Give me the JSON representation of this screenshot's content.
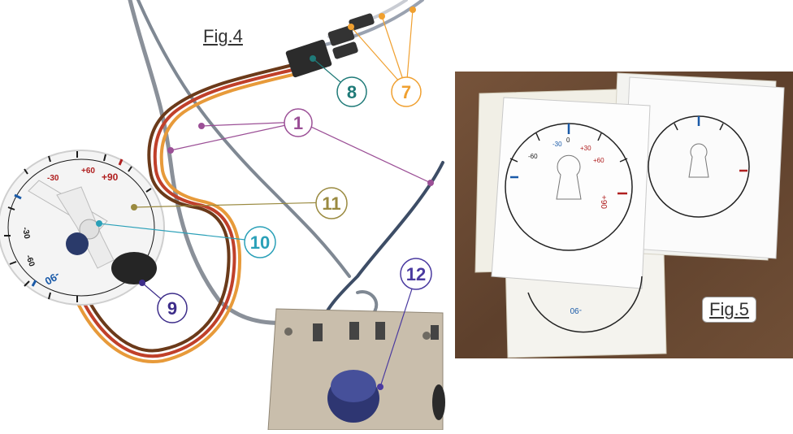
{
  "figures": {
    "fig4_label": "Fig.4",
    "fig5_label": "Fig.5"
  },
  "callouts": [
    {
      "id": "1",
      "color": "#9b4f96"
    },
    {
      "id": "7",
      "color": "#f0a030"
    },
    {
      "id": "8",
      "color": "#1f7a78"
    },
    {
      "id": "9",
      "color": "#3d2d8a"
    },
    {
      "id": "10",
      "color": "#2aa0b8"
    },
    {
      "id": "11",
      "color": "#9a8a40"
    },
    {
      "id": "12",
      "color": "#4a3aa0"
    }
  ],
  "dial": {
    "left_labels": [
      "+60",
      "+90",
      "-30",
      "-60",
      "-90"
    ],
    "right_card_labels": [
      "-30",
      "0",
      "+30",
      "+60",
      "+90",
      "-60",
      "-90"
    ]
  }
}
